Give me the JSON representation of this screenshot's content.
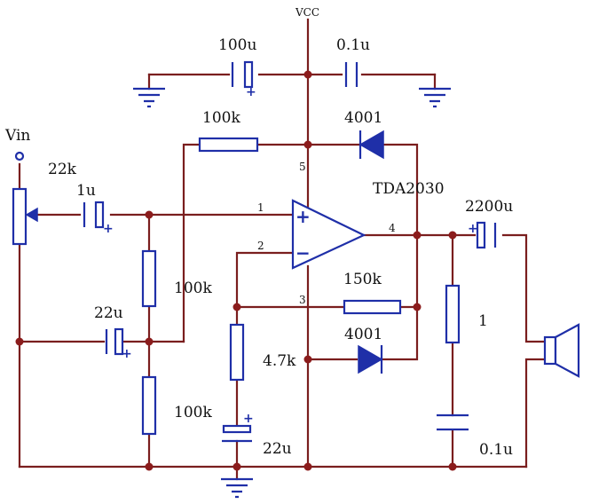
{
  "diagram": {
    "supply_label": "VCC",
    "input_label": "Vin",
    "ic_label": "TDA2030",
    "pins": {
      "p1": "1",
      "p2": "2",
      "p3": "3",
      "p4": "4",
      "p5": "5"
    },
    "opamp": {
      "plus": "+",
      "minus": "−"
    },
    "polarity": "+",
    "components": {
      "c_supply_100u": "100u",
      "c_supply_0_1u": "0.1u",
      "r_bias_top": "100k",
      "d_top": "4001",
      "pot": "22k",
      "c_input": "1u",
      "r_divider": "100k",
      "c_bypass": "22u",
      "r_feedback": "150k",
      "d_bottom": "4001",
      "r_gain": "4.7k",
      "r_gain_lower": "100k",
      "c_gain": "22u",
      "c_output": "2200u",
      "r_zobel": "1",
      "c_zobel": "0.1u"
    }
  }
}
